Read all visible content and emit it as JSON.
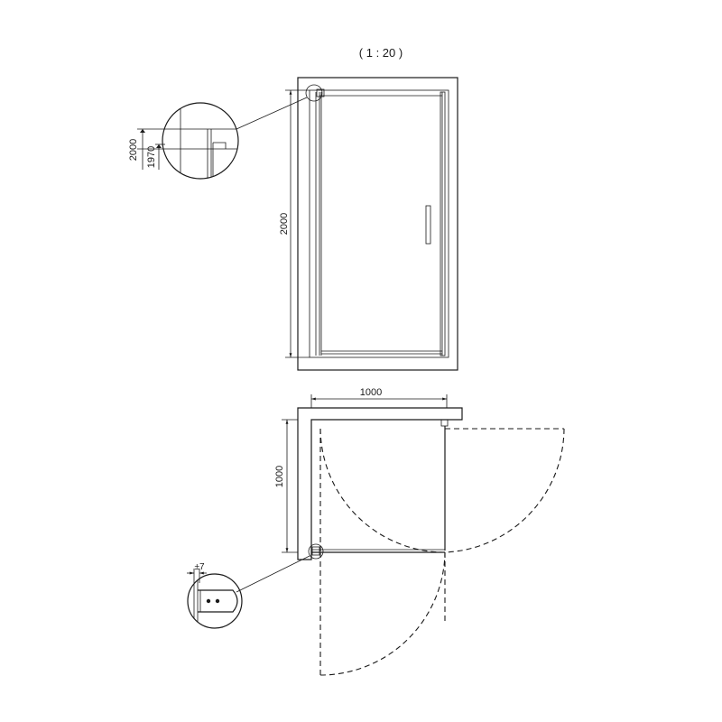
{
  "scale_label": "( 1 : 20 )",
  "elevation": {
    "height_label": "2000"
  },
  "detail_top": {
    "outer_height_label": "2000",
    "inner_height_label": "1970"
  },
  "plan": {
    "width_label": "1000",
    "depth_label": "1000"
  },
  "detail_hinge": {
    "tolerance_label": "±7"
  },
  "colors": {
    "line": "#1a1a1a",
    "background": "#ffffff"
  }
}
